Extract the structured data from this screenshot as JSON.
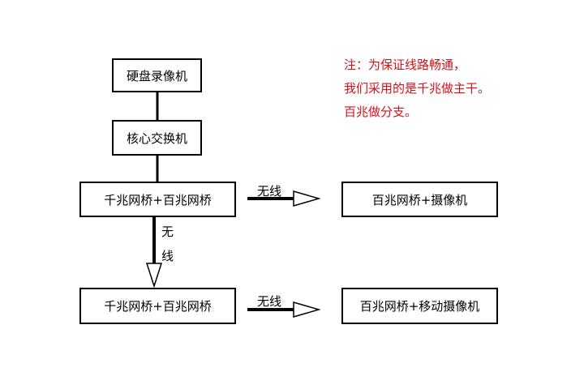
{
  "nodes": {
    "dvr": "硬盘录像机",
    "core_switch": "核心交换机",
    "bridge_top": "千兆网桥+百兆网桥",
    "bridge_bottom": "千兆网桥+百兆网桥",
    "camera_top": "百兆网桥+摄像机",
    "camera_bottom": "百兆网桥+移动摄像机"
  },
  "edges": {
    "wireless_right_top": "无线",
    "wireless_right_bottom": "无线",
    "wireless_down_line1": "无",
    "wireless_down_line2": "线"
  },
  "note": {
    "line1": "注：为保证线路畅通，",
    "line2": "我们采用的是千兆做主干。",
    "line3": "百兆做分支。"
  },
  "colors": {
    "note": "#d0121b",
    "stroke": "#000000"
  }
}
